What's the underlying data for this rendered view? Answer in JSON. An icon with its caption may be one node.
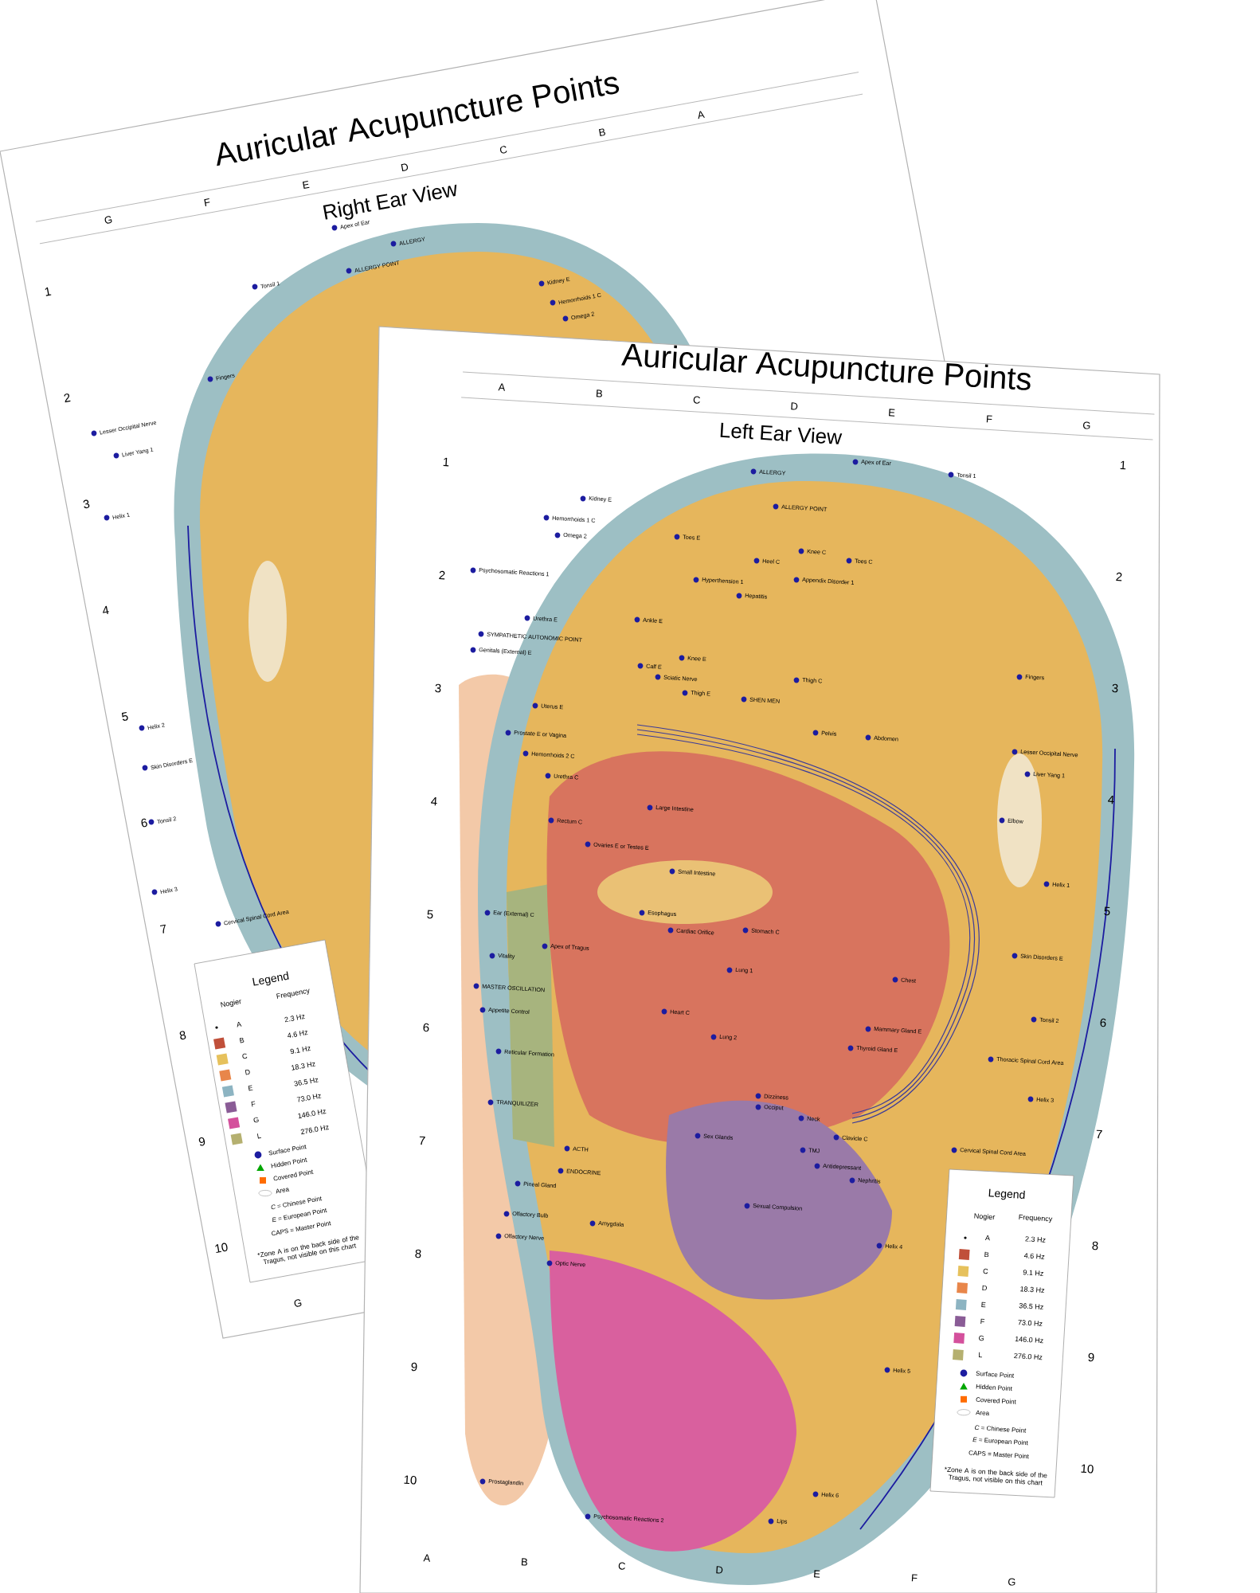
{
  "diagram": {
    "labels": [
      "Auricular Acupuncture Points",
      "Right Ear View",
      "G",
      "F",
      "E",
      "D",
      "C",
      "B",
      "A",
      "1",
      "2",
      "3",
      "4",
      "5",
      "6",
      "7",
      "8",
      "9",
      "10",
      "Tonsil 1",
      "Apex of Ear",
      "ALLERGY",
      "ALLERGY POINT",
      "Kidney E",
      "Hemorrhoids 1 C",
      "Omega 2",
      "Fingers",
      "Lesser Occipital Nerve",
      "Liver Yang 1",
      "Helix 1",
      "Helix 2",
      "Skin Disorders E",
      "Tonsil 2",
      "Helix 3",
      "Cervical Spinal Cord Area",
      "Legend",
      "Nogier",
      "Frequency",
      "2.3 Hz",
      "4.6 Hz",
      "9.1 Hz",
      "18.3 Hz",
      "36.5 Hz",
      "73.0 Hz",
      "146.0 Hz",
      "276.0 Hz",
      "*C* = Chinese Point",
      "*E* = European Point",
      "CAPS = Master Point",
      "*Zone A is on the back side of the Tragus, not visible on this chart",
      "G",
      "Auricular Acupuncture Points",
      "Left Ear View",
      "A",
      "B",
      "C",
      "D",
      "E",
      "F",
      "G",
      "1",
      "2",
      "3",
      "4",
      "5",
      "6",
      "7",
      "8",
      "9",
      "10",
      "1",
      "2",
      "3",
      "4",
      "5",
      "6",
      "7",
      "8",
      "9",
      "10",
      "Apex of Ear",
      "ALLERGY",
      "ALLERGY POINT",
      "Kidney E",
      "Hemorrhoids 1 C",
      "Omega 2",
      "Psychosomatic Reactions 1",
      "Toes E",
      "Heel C",
      "Knee C",
      "Toes C",
      "Hyperthension 1",
      "Appendix Disorder 1",
      "Hepatitis",
      "Tonsil 1",
      "Fingers",
      "Urethra E",
      "SYMPATHETIC AUTONOMIC POINT",
      "Genitals (External) E",
      "Ankle E",
      "Knee E",
      "Calf E",
      "Sciatic Nerve",
      "Thigh E",
      "Thigh C",
      "SHEN MEN",
      "Pelvis",
      "Abdomen",
      "Uterus E",
      "Prostate E or Vagina",
      "Hemorrhoids 2 C",
      "Urethra C",
      "Large Intestine",
      "Rectum C",
      "Ovaries E or Testes E",
      "Small Intestine",
      "Ear (External) C",
      "Esophagus",
      "Cardiac Orifice",
      "Stomach C",
      "Apex of Tragus",
      "Vitality",
      "Lung 1",
      "Chest",
      "MASTER OSCILLATION",
      "Appetite Control",
      "Heart C",
      "Mammary Gland E",
      "Lung 2",
      "Thyroid Gland E",
      "Reticular Formation",
      "Dizziness",
      "Occiput",
      "TRANQUILIZER",
      "Neck",
      "Sex Glands",
      "Clavicle C",
      "ACTH",
      "TMJ",
      "ENDOCRINE",
      "Antidepressant",
      "Pineal Gland",
      "Nephritis",
      "Sexual Compulsion",
      "Olfactory Bulb",
      "Amygdala",
      "Olfactory Nerve",
      "Helix 4",
      "Optic Nerve",
      "Helix 5",
      "Helix 6",
      "Lips",
      "Prostaglandin",
      "Psychosomatic Reactions 2",
      "Elbow",
      "Lesser Occipital Nerve",
      "Liver Yang 1",
      "Helix 1",
      "Skin Disorders E",
      "Tonsil 2",
      "Thoracic Spinal Cord Area",
      "Helix 3",
      "Cervical Spinal Cord Area",
      "Legend",
      "Nogier",
      "Frequency",
      "2.3 Hz",
      "4.6 Hz",
      "9.1 Hz",
      "18.3 Hz",
      "36.5 Hz",
      "73.0 Hz",
      "146.0 Hz",
      "276.0 Hz",
      "*C* = Chinese Point",
      "*E* = European Point",
      "CAPS = Master Point",
      "*Zone A is on the back side of the Tragus, not visible on this chart",
      "A",
      "B",
      "C",
      "D",
      "E",
      "F",
      "G"
    ],
    "legend": [
      {
        "text": "A"
      },
      {
        "text": "B",
        "color": "#c0503a"
      },
      {
        "text": "C",
        "color": "#e6c15c"
      },
      {
        "text": "D",
        "color": "#e8864a"
      },
      {
        "text": "E",
        "color": "#8db4c2"
      },
      {
        "text": "F",
        "color": "#8a5c96"
      },
      {
        "text": "G",
        "color": "#d4509c"
      },
      {
        "text": "L",
        "color": "#b5b070"
      },
      {
        "text": "Surface Point"
      },
      {
        "text": "Hidden Point"
      },
      {
        "text": "Covered Point"
      },
      {
        "text": "Area"
      },
      {
        "text": "A"
      },
      {
        "text": "B",
        "color": "#c0503a"
      },
      {
        "text": "C",
        "color": "#e6c15c"
      },
      {
        "text": "D",
        "color": "#e8864a"
      },
      {
        "text": "E",
        "color": "#8db4c2"
      },
      {
        "text": "F",
        "color": "#8a5c96"
      },
      {
        "text": "G",
        "color": "#d4509c"
      },
      {
        "text": "L",
        "color": "#b5b070"
      },
      {
        "text": "Surface Point"
      },
      {
        "text": "Hidden Point"
      },
      {
        "text": "Covered Point"
      },
      {
        "text": "Area"
      }
    ]
  }
}
